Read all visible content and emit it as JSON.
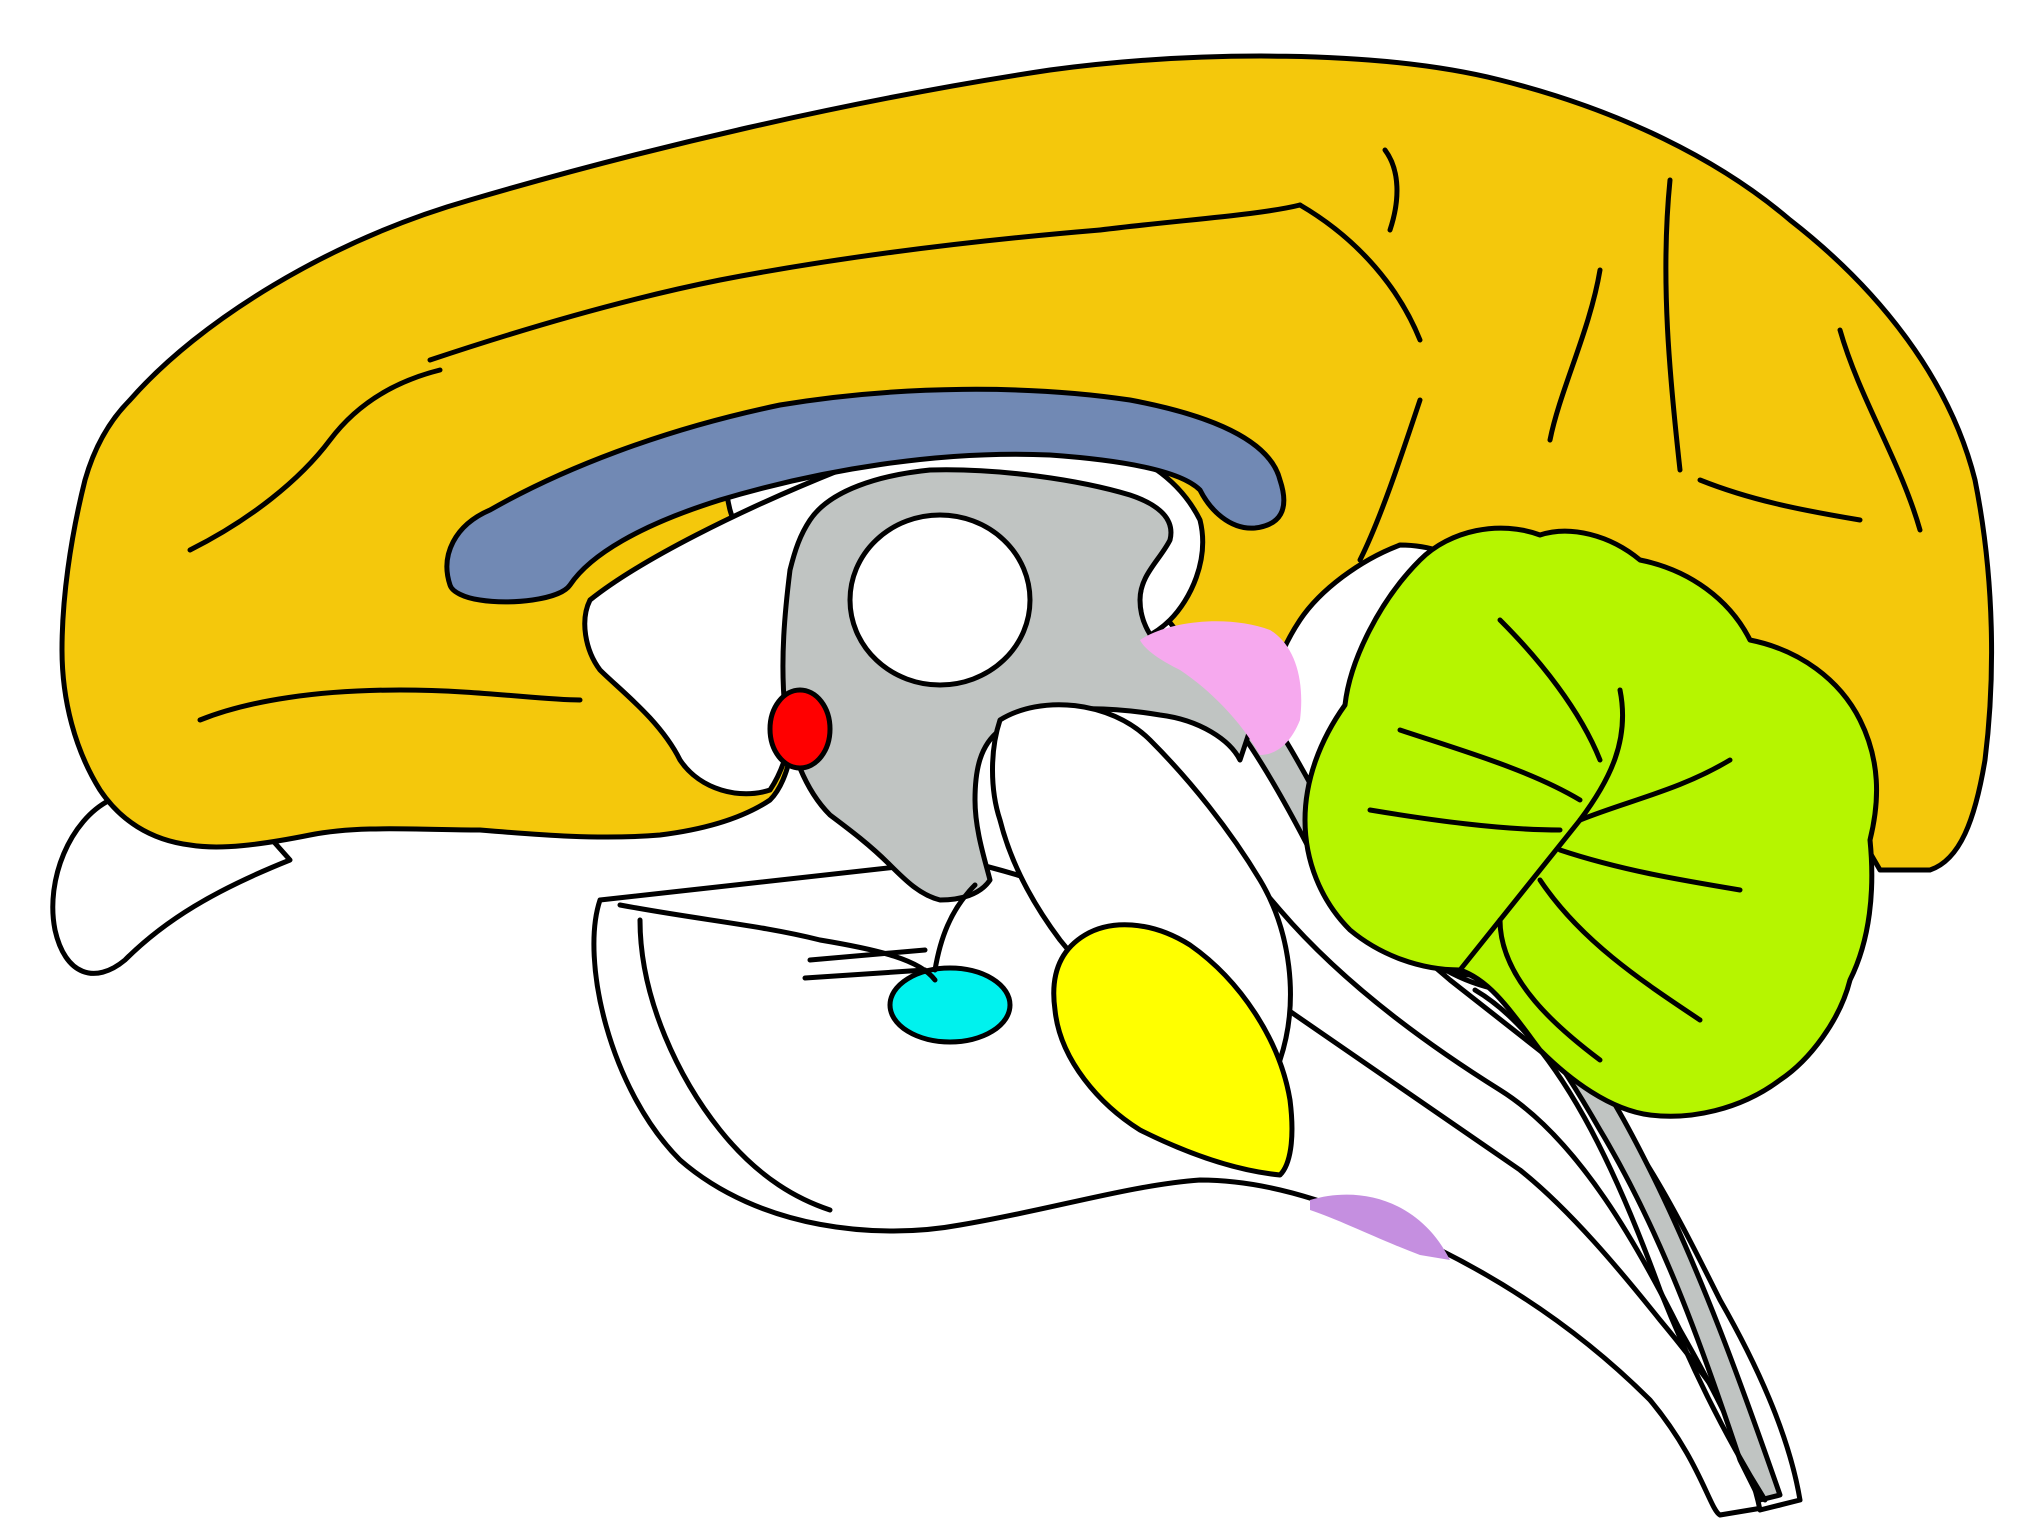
{
  "colors": {
    "background": "#ffffff",
    "outline": "#000000",
    "cerebrum": "#f4c80c",
    "corpus_callosum": "#7189b4",
    "diencephalon_midbrain": "#c0c4c2",
    "cerebellum": "#b6f500",
    "pons": "#ffff00",
    "pituitary": "#00f2ee",
    "anterior_commissure": "#ff0000",
    "pineal_region": "#f6a9ee",
    "medulla_patch": "#c58fe0",
    "unshaded_structures": "#ffffff"
  },
  "structures": [
    {
      "id": "cerebrum",
      "color_key": "cerebrum"
    },
    {
      "id": "corpus-callosum",
      "color_key": "corpus_callosum"
    },
    {
      "id": "diencephalon-midbrain",
      "color_key": "diencephalon_midbrain"
    },
    {
      "id": "cerebellum",
      "color_key": "cerebellum"
    },
    {
      "id": "pons",
      "color_key": "pons"
    },
    {
      "id": "pituitary",
      "color_key": "pituitary"
    },
    {
      "id": "anterior-commissure",
      "color_key": "anterior_commissure"
    },
    {
      "id": "pineal-region",
      "color_key": "pineal_region"
    },
    {
      "id": "medulla-patch",
      "color_key": "medulla_patch"
    }
  ]
}
